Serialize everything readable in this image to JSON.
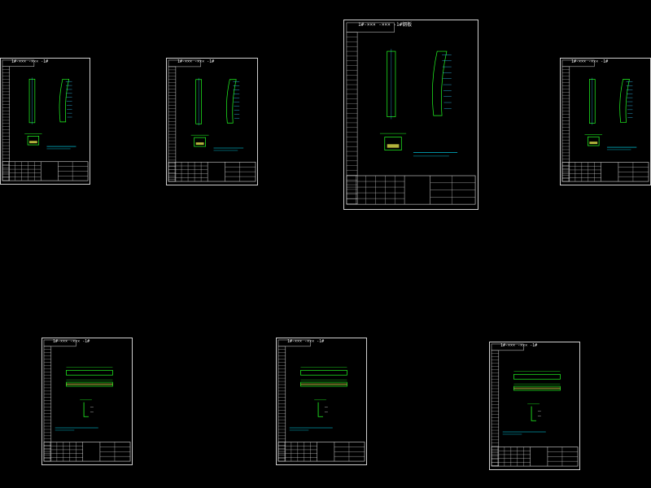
{
  "canvas": {
    "background": "#000000"
  },
  "palette": {
    "frame": "#cfcfcf",
    "profile": "#22ff22",
    "dim": "#33ccff",
    "note": "#00e5ff",
    "tag": "#ffff55",
    "titleblock": "#d8d8d8"
  },
  "sheets": [
    {
      "id": "sheet-1",
      "type": "curved-bracket",
      "header": "1#-××× -××× -1#"
    },
    {
      "id": "sheet-2",
      "type": "curved-bracket",
      "header": "1#-××× -××× -1#"
    },
    {
      "id": "sheet-3",
      "type": "curved-bracket-large",
      "header": "1#-××× -××× -1#钢板"
    },
    {
      "id": "sheet-4",
      "type": "curved-bracket",
      "header": "1#-××× -××× -1#"
    },
    {
      "id": "sheet-5",
      "type": "straight-beam",
      "header": "1#-××× -××× -1#"
    },
    {
      "id": "sheet-6",
      "type": "straight-beam",
      "header": "1#-××× -××× -1#"
    },
    {
      "id": "sheet-7",
      "type": "straight-beam",
      "header": "1#-××× -××× -1#"
    }
  ]
}
